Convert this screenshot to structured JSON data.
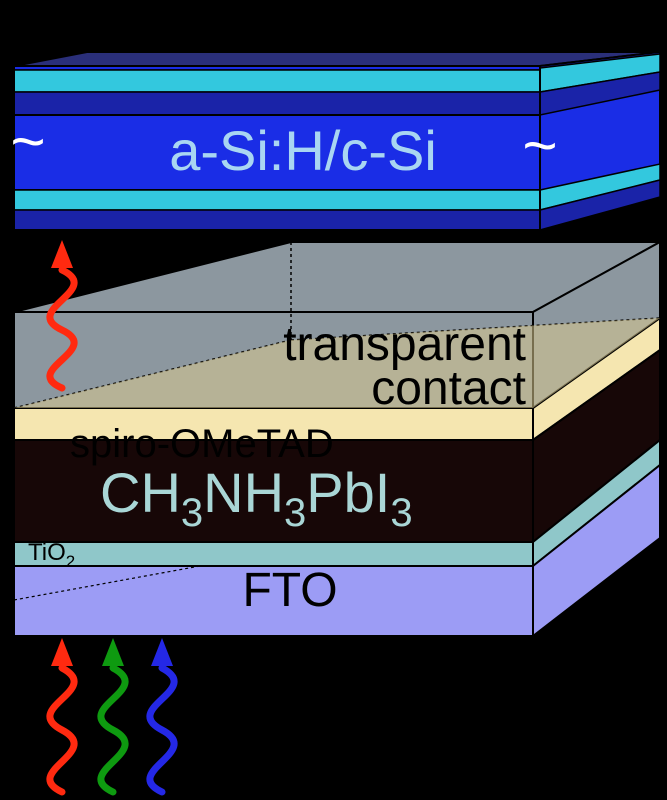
{
  "top_cell": {
    "label": "a-Si:H/c-Si",
    "tilde_left": "~",
    "tilde_right": "~"
  },
  "bottom_cell": {
    "layers": {
      "contact_line1": "transparent",
      "contact_line2": "contact",
      "htl": "spiro-OMeTAD",
      "absorber": {
        "a": "CH",
        "s1": "3",
        "b": "NH",
        "s2": "3",
        "c": "PbI",
        "s3": "3"
      },
      "etl": {
        "base": "TiO",
        "sub": "2"
      },
      "substrate": "FTO"
    }
  },
  "light": {
    "reflected": "red",
    "incident": [
      "red",
      "green",
      "blue"
    ]
  },
  "colors": {
    "background": "#000000",
    "si_blue": "#1a2de6",
    "si_cyan": "#33c8de",
    "si_text": "#a9d6f2",
    "contact_glass": "#8c979f",
    "spiro": "#f5e6b0",
    "perovskite": "#170707",
    "perovskite_text": "#a9d6d6",
    "tio2": "#8fc7c9",
    "fto": "#9c9cf5",
    "wave_red": "#ff2a10",
    "wave_green": "#0e9a10",
    "wave_blue": "#2428e6"
  }
}
